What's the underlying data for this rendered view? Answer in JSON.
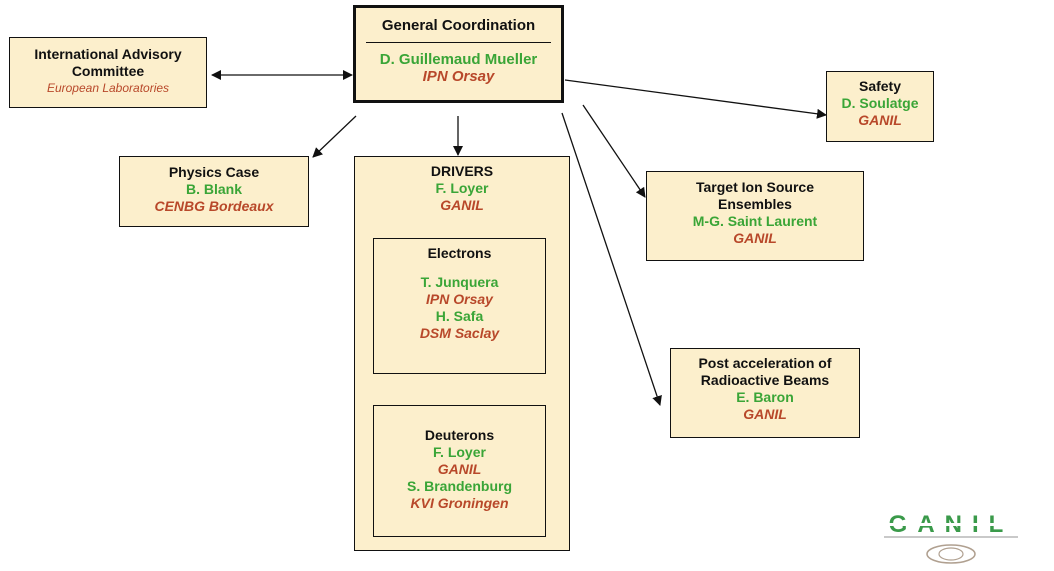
{
  "coordination": {
    "title": "General Coordination",
    "name": "D. Guillemaud Mueller",
    "org": "IPN Orsay"
  },
  "advisory": {
    "title_1": "International Advisory",
    "title_2": "Committee",
    "org": "European Laboratories"
  },
  "physics": {
    "title": "Physics Case",
    "name": "B. Blank",
    "org": "CENBG Bordeaux"
  },
  "drivers": {
    "title": "DRIVERS",
    "name": "F. Loyer",
    "org": "GANIL"
  },
  "electrons": {
    "title": "Electrons",
    "name_1": "T. Junquera",
    "org_1": "IPN Orsay",
    "name_2": "H. Safa",
    "org_2": "DSM Saclay"
  },
  "deuterons": {
    "title": "Deuterons",
    "name_1": "F. Loyer",
    "org_1": "GANIL",
    "name_2": "S. Brandenburg",
    "org_2": "KVI Groningen"
  },
  "safety": {
    "title": "Safety",
    "name": "D. Soulatge",
    "org": "GANIL"
  },
  "target": {
    "title_1": "Target Ion Source",
    "title_2": "Ensembles",
    "name": "M-G. Saint Laurent",
    "org": "GANIL"
  },
  "postacc": {
    "title_1": "Post acceleration of",
    "title_2": "Radioactive Beams",
    "name": "E. Baron",
    "org": "GANIL"
  },
  "logo": {
    "text": "GANIL"
  },
  "colors": {
    "box_fill": "#fcefcc",
    "name_green": "#3aa537",
    "org_red": "#b8482a"
  }
}
